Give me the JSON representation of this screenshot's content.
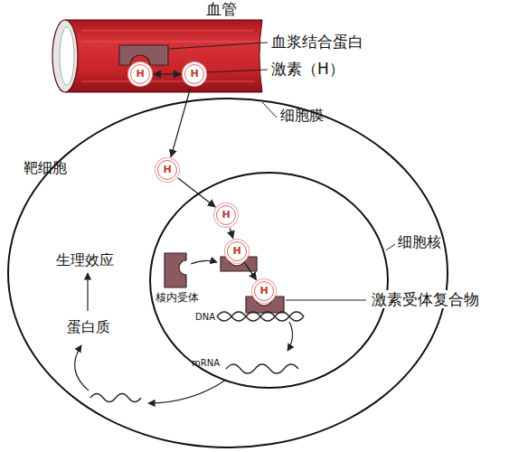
{
  "diagram": {
    "nodes": [
      {
        "text": [
          "血管"
        ]
      },
      {
        "text": [
          "H"
        ],
        "in": 0
      },
      {
        "text": [
          "H"
        ],
        "in": 0
      },
      {
        "text": [
          "靶细胞",
          "细胞膜"
        ]
      },
      {
        "text": [
          "H"
        ],
        "in": 3
      },
      {
        "text": [
          "细胞核"
        ],
        "in": 3
      },
      {
        "text": [
          "H"
        ],
        "in": 5
      },
      {
        "text": [
          "H"
        ],
        "in": 5
      },
      {
        "text": [
          "H"
        ],
        "in": 5
      }
    ],
    "edges": [
      {
        "from": 1,
        "to": 2,
        "arrow": "both"
      },
      {
        "from": 2,
        "to": 4,
        "arrow": "to"
      },
      {
        "from": 4,
        "to": 6,
        "arrow": "to"
      },
      {
        "from": 6,
        "to": 7,
        "arrow": "to"
      },
      {
        "from": 7,
        "to": 8,
        "arrow": "to"
      }
    ],
    "labels": [
      "血浆结合蛋白",
      "激素（H）",
      "核内受体",
      "激素受体复合物",
      "DNA",
      "mRNA",
      "生理效应",
      "蛋白质"
    ]
  }
}
